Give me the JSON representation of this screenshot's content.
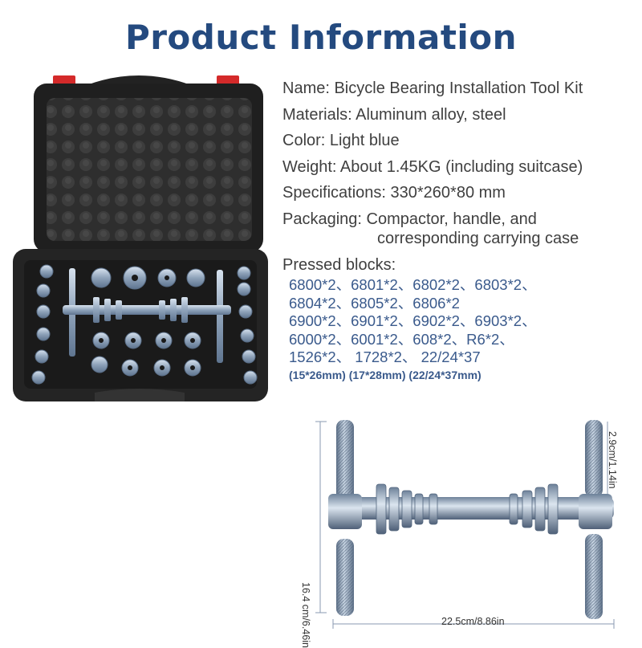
{
  "title": "Product Information",
  "specs": {
    "name": "Name: Bicycle Bearing Installation Tool Kit",
    "materials": "Materials: Aluminum alloy, steel",
    "color": "Color: Light blue",
    "weight": "Weight: About 1.45KG (including suitcase)",
    "specifications": "Specifications: 330*260*80 mm",
    "packaging_1": "Packaging: Compactor, handle, and",
    "packaging_2": "corresponding carrying case",
    "pressed_blocks": "Pressed blocks:"
  },
  "blocks": [
    "6800*2、6801*2、6802*2、6803*2、",
    "6804*2、6805*2、6806*2",
    "6900*2、6901*2、6902*2、6903*2、",
    "6000*2、6001*2、608*2、R6*2、",
    "1526*2、 1728*2、 22/24*37"
  ],
  "block_sizes": "(15*26mm) (17*28mm) (22/24*37mm)",
  "dimensions": {
    "length": "22.5cm/8.86in",
    "height": "16.4 cm/6.46in",
    "diameter": "2.9cm/1.14in"
  },
  "colors": {
    "title": "#244a7f",
    "text": "#3f3f3f",
    "blocks": "#3a5a8c",
    "case": "#2b2b2b",
    "latch": "#d42a2a",
    "metal": "#a9b9cc"
  }
}
